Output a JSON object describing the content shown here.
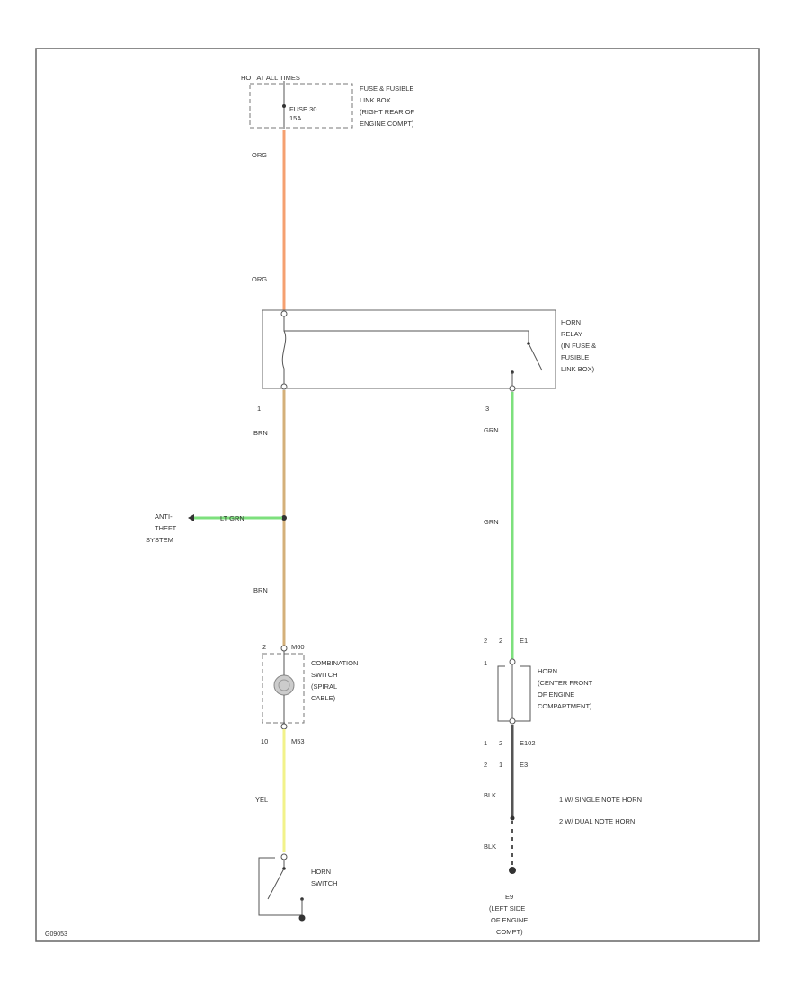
{
  "colors": {
    "orange": "#f5a070",
    "tan": "#d4b07a",
    "green": "#7de07d",
    "yellow": "#f2f28a",
    "black": "#555555",
    "frame": "#666666"
  },
  "fuse_top": {
    "header": "HOT AT ALL TIMES",
    "fuse_label_1": "FUSE 30",
    "fuse_label_2": "15A",
    "box_label": [
      "FUSE & FUSIBLE",
      "LINK BOX",
      "(RIGHT REAR OF",
      "ENGINE COMPT)"
    ]
  },
  "wire_labels": {
    "org_1": "ORG",
    "org_2": "ORG",
    "brn_1": "BRN",
    "brn_2": "BRN",
    "lt_grn": "LT GRN",
    "grn_1": "GRN",
    "grn_2": "GRN",
    "yel": "YEL",
    "blk_1": "BLK",
    "blk_2": "BLK"
  },
  "horn_relay": {
    "label": [
      "HORN",
      "RELAY",
      "(IN FUSE &",
      "FUSIBLE",
      "LINK BOX)"
    ],
    "pin_left": "1",
    "pin_right": "3"
  },
  "anti_theft": {
    "label": [
      "ANTI-",
      "THEFT",
      "SYSTEM"
    ]
  },
  "combination_switch": {
    "top_pin": "2",
    "top_code": "M60",
    "label": [
      "COMBINATION",
      "SWITCH",
      "(SPIRAL",
      "CABLE)"
    ],
    "bottom_pin": "10",
    "bottom_code": "M53"
  },
  "horn": {
    "top_pins": [
      "2",
      "2",
      "E1"
    ],
    "top_pin_b": "1",
    "label": [
      "HORN",
      "(CENTER FRONT",
      "OF ENGINE",
      "COMPARTMENT)"
    ],
    "bottom_row_1": [
      "1",
      "2",
      "E102"
    ],
    "bottom_row_2": [
      "2",
      "1",
      "E3"
    ]
  },
  "legend": {
    "items": [
      "1  W/ SINGLE NOTE HORN",
      "2  W/ DUAL NOTE HORN"
    ]
  },
  "horn_switch": {
    "label": [
      "HORN",
      "SWITCH"
    ]
  },
  "ground": {
    "id": "E9",
    "label": [
      "(LEFT SIDE",
      "OF ENGINE",
      "COMPT)"
    ]
  },
  "diagram_id": "G09053"
}
